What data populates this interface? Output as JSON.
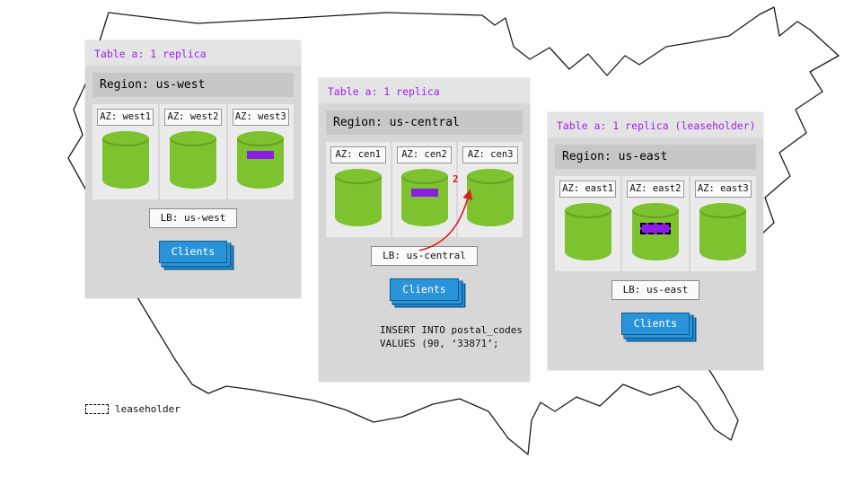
{
  "legend": {
    "label": "leaseholder"
  },
  "insert_note": {
    "line1": "INSERT INTO postal_codes",
    "line2": "VALUES (90, ‘33871’;"
  },
  "arrow": {
    "step_label": "2"
  },
  "panels": [
    {
      "table_label": "Table a: 1 replica",
      "region_label": "Region: us-west",
      "azs": [
        {
          "label": "AZ: west1",
          "replica": false,
          "leaseholder": false
        },
        {
          "label": "AZ: west2",
          "replica": false,
          "leaseholder": false
        },
        {
          "label": "AZ: west3",
          "replica": true,
          "leaseholder": false
        }
      ],
      "lb_label": "LB: us-west",
      "clients_label": "Clients"
    },
    {
      "table_label": "Table a: 1 replica",
      "region_label": "Region: us-central",
      "azs": [
        {
          "label": "AZ: cen1",
          "replica": false,
          "leaseholder": false
        },
        {
          "label": "AZ: cen2",
          "replica": true,
          "leaseholder": false
        },
        {
          "label": "AZ: cen3",
          "replica": false,
          "leaseholder": false
        }
      ],
      "lb_label": "LB: us-central",
      "clients_label": "Clients"
    },
    {
      "table_label": "Table a: 1 replica (leaseholder)",
      "region_label": "Region: us-east",
      "azs": [
        {
          "label": "AZ: east1",
          "replica": false,
          "leaseholder": false
        },
        {
          "label": "AZ: east2",
          "replica": true,
          "leaseholder": true
        },
        {
          "label": "AZ: east3",
          "replica": false,
          "leaseholder": false
        }
      ],
      "lb_label": "LB: us-east",
      "clients_label": "Clients"
    }
  ],
  "colors": {
    "accent_purple": "#a020f0",
    "replica_purple": "#8b1ee3",
    "cylinder_green": "#7cc32f",
    "client_blue": "#2b94d8",
    "arrow_red": "#d92121"
  }
}
